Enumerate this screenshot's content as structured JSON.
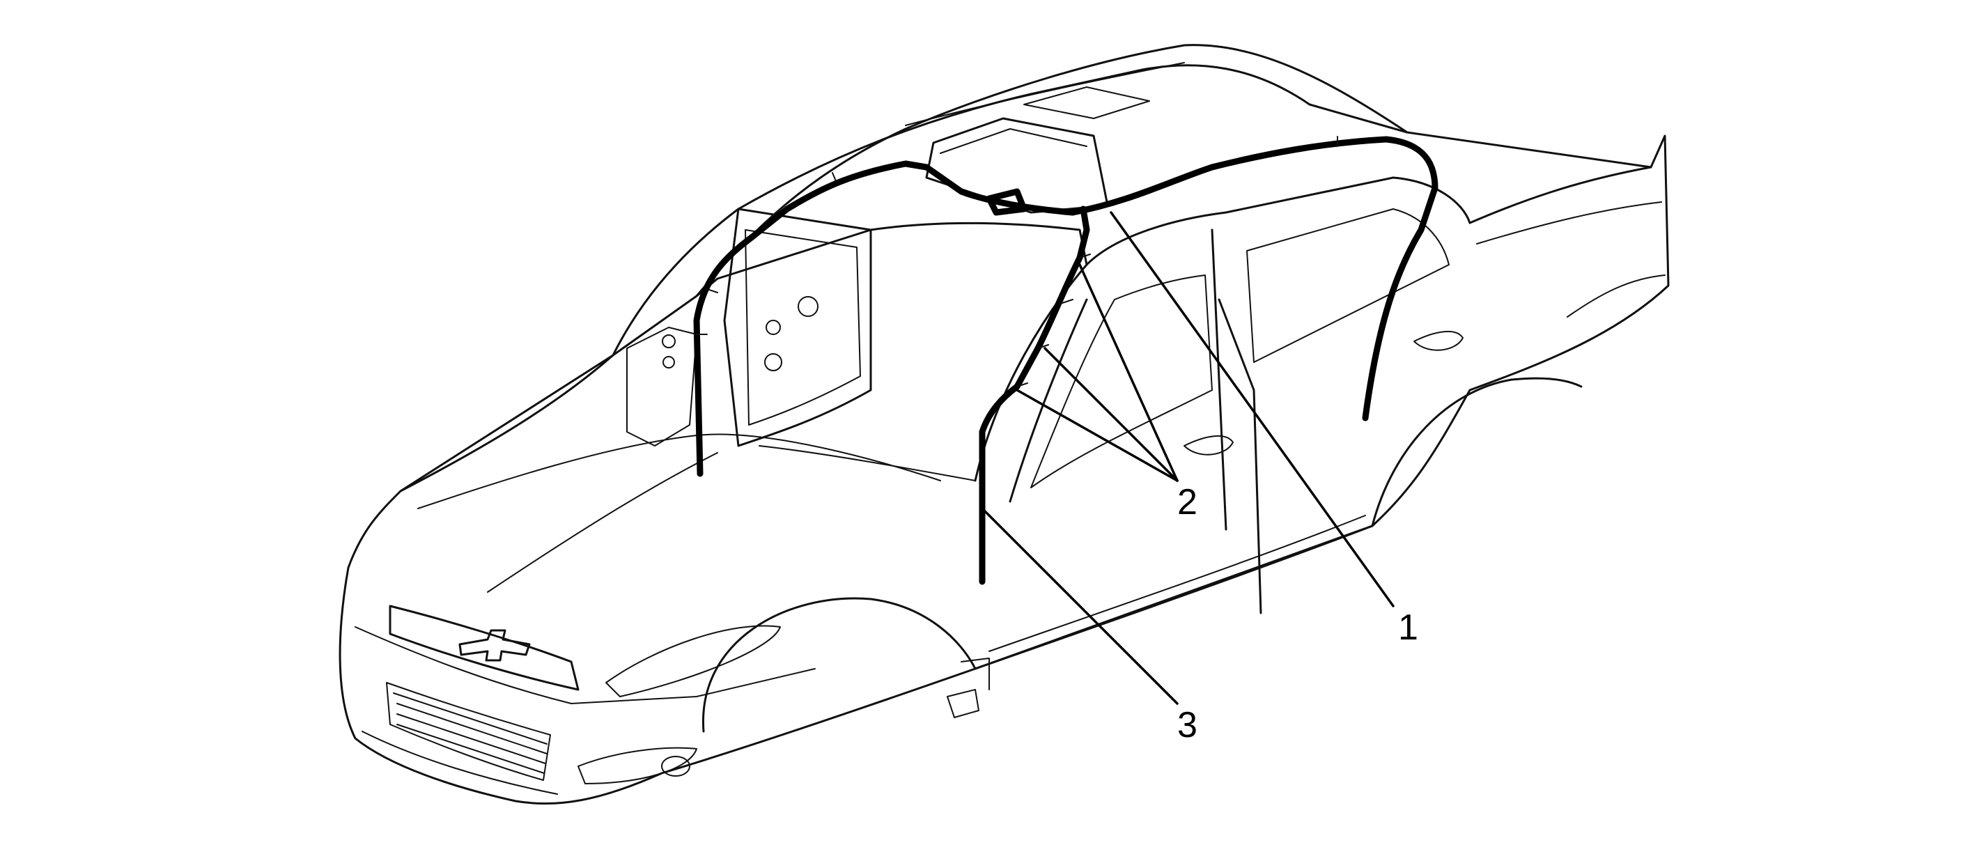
{
  "callouts": {
    "c1": "1",
    "c2": "2",
    "c3": "3"
  },
  "colors": {
    "line": "#111111",
    "background": "#ffffff"
  }
}
